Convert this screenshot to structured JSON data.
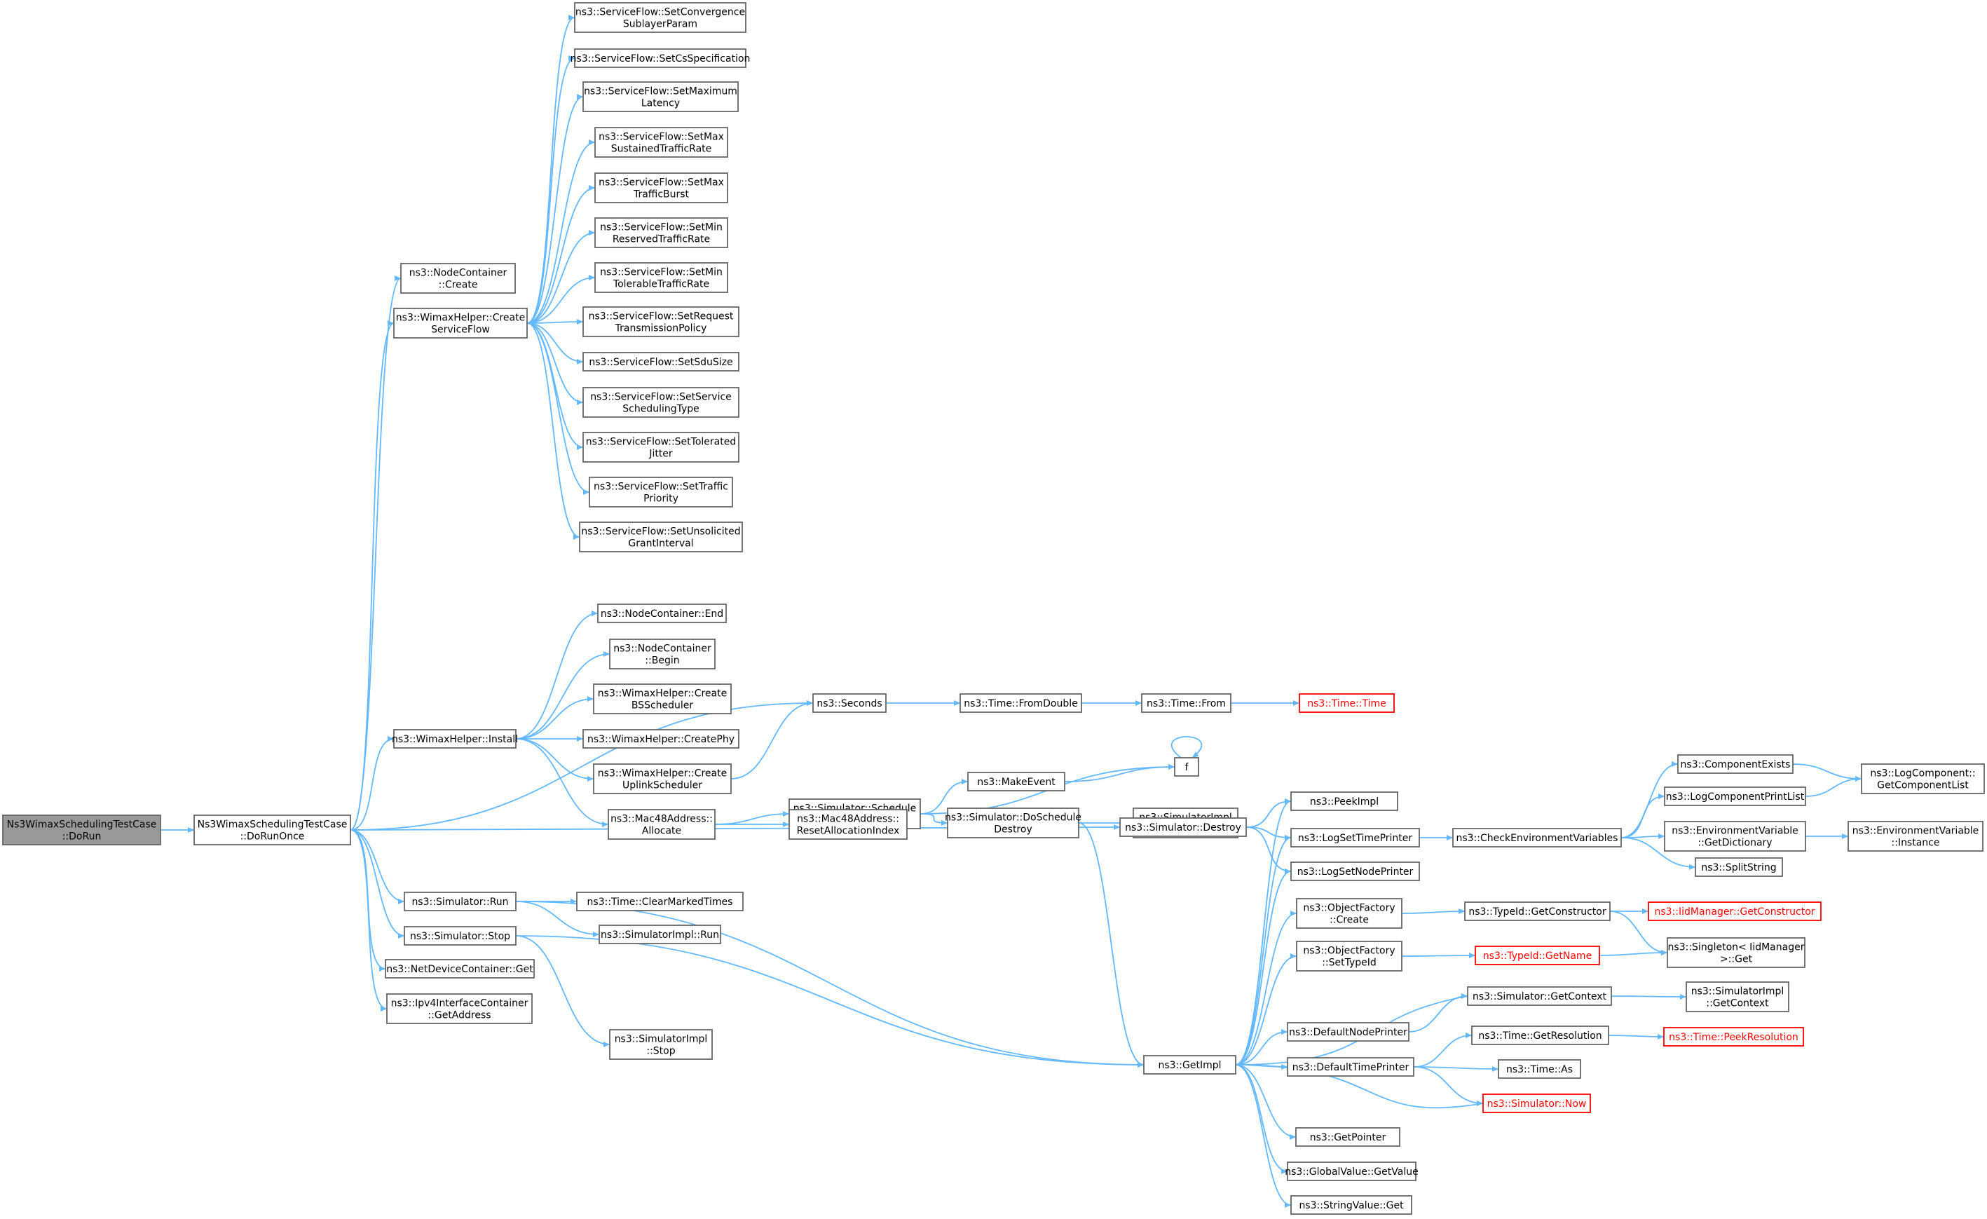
{
  "nodes": [
    {
      "id": "root",
      "lines": [
        "Ns3WimaxSchedulingTestCase",
        "::DoRun"
      ]
    },
    {
      "id": "doRunOnce",
      "lines": [
        "Ns3WimaxSchedulingTestCase",
        "::DoRunOnce"
      ]
    },
    {
      "id": "nodeCreate",
      "lines": [
        "ns3::NodeContainer",
        "::Create"
      ]
    },
    {
      "id": "createSF",
      "lines": [
        "ns3::WimaxHelper::Create",
        "ServiceFlow"
      ]
    },
    {
      "id": "sf1",
      "lines": [
        "ns3::ServiceFlow::SetConvergence",
        "SublayerParam"
      ]
    },
    {
      "id": "sf2",
      "lines": [
        "ns3::ServiceFlow::SetCsSpecification"
      ]
    },
    {
      "id": "sf3",
      "lines": [
        "ns3::ServiceFlow::SetMaximum",
        "Latency"
      ]
    },
    {
      "id": "sf4",
      "lines": [
        "ns3::ServiceFlow::SetMax",
        "SustainedTrafficRate"
      ]
    },
    {
      "id": "sf5",
      "lines": [
        "ns3::ServiceFlow::SetMax",
        "TrafficBurst"
      ]
    },
    {
      "id": "sf6",
      "lines": [
        "ns3::ServiceFlow::SetMin",
        "ReservedTrafficRate"
      ]
    },
    {
      "id": "sf7",
      "lines": [
        "ns3::ServiceFlow::SetMin",
        "TolerableTrafficRate"
      ]
    },
    {
      "id": "sf8",
      "lines": [
        "ns3::ServiceFlow::SetRequest",
        "TransmissionPolicy"
      ]
    },
    {
      "id": "sf9",
      "lines": [
        "ns3::ServiceFlow::SetSduSize"
      ]
    },
    {
      "id": "sf10",
      "lines": [
        "ns3::ServiceFlow::SetService",
        "SchedulingType"
      ]
    },
    {
      "id": "sf11",
      "lines": [
        "ns3::ServiceFlow::SetTolerated",
        "Jitter"
      ]
    },
    {
      "id": "sf12",
      "lines": [
        "ns3::ServiceFlow::SetTraffic",
        "Priority"
      ]
    },
    {
      "id": "sf13",
      "lines": [
        "ns3::ServiceFlow::SetUnsolicited",
        "GrantInterval"
      ]
    },
    {
      "id": "ncEnd",
      "lines": [
        "ns3::NodeContainer::End"
      ]
    },
    {
      "id": "ncBegin",
      "lines": [
        "ns3::NodeContainer",
        "::Begin"
      ]
    },
    {
      "id": "createBS",
      "lines": [
        "ns3::WimaxHelper::Create",
        "BSScheduler"
      ]
    },
    {
      "id": "install",
      "lines": [
        "ns3::WimaxHelper::Install"
      ]
    },
    {
      "id": "createPhy",
      "lines": [
        "ns3::WimaxHelper::CreatePhy"
      ]
    },
    {
      "id": "createUL",
      "lines": [
        "ns3::WimaxHelper::Create",
        "UplinkScheduler"
      ]
    },
    {
      "id": "macAlloc",
      "lines": [
        "ns3::Mac48Address::",
        "Allocate"
      ]
    },
    {
      "id": "seconds",
      "lines": [
        "ns3::Seconds"
      ]
    },
    {
      "id": "fromDouble",
      "lines": [
        "ns3::Time::FromDouble"
      ]
    },
    {
      "id": "timeFrom",
      "lines": [
        "ns3::Time::From"
      ]
    },
    {
      "id": "timeTime",
      "lines": [
        "ns3::Time::Time"
      ],
      "red": true
    },
    {
      "id": "schedDestroy",
      "lines": [
        "ns3::Simulator::Schedule",
        "Destroy"
      ]
    },
    {
      "id": "makeEvent",
      "lines": [
        "ns3::MakeEvent"
      ]
    },
    {
      "id": "f",
      "lines": [
        "f"
      ]
    },
    {
      "id": "resetAlloc",
      "lines": [
        "ns3::Mac48Address::",
        "ResetAllocationIndex"
      ]
    },
    {
      "id": "doSchedDestroy",
      "lines": [
        "ns3::Simulator::DoSchedule",
        "Destroy"
      ]
    },
    {
      "id": "implSchedDestroy",
      "lines": [
        "ns3::SimulatorImpl",
        "::ScheduleDestroy"
      ]
    },
    {
      "id": "simDestroy",
      "lines": [
        "ns3::Simulator::Destroy"
      ]
    },
    {
      "id": "peekImpl",
      "lines": [
        "ns3::PeekImpl"
      ]
    },
    {
      "id": "logSetTime",
      "lines": [
        "ns3::LogSetTimePrinter"
      ]
    },
    {
      "id": "logSetNode",
      "lines": [
        "ns3::LogSetNodePrinter"
      ]
    },
    {
      "id": "checkEnv",
      "lines": [
        "ns3::CheckEnvironmentVariables"
      ]
    },
    {
      "id": "compExists",
      "lines": [
        "ns3::ComponentExists"
      ]
    },
    {
      "id": "logCompPrint",
      "lines": [
        "ns3::LogComponentPrintList"
      ]
    },
    {
      "id": "getCompList",
      "lines": [
        "ns3::LogComponent::",
        "GetComponentList"
      ]
    },
    {
      "id": "envGetDict",
      "lines": [
        "ns3::EnvironmentVariable",
        "::GetDictionary"
      ]
    },
    {
      "id": "envInstance",
      "lines": [
        "ns3::EnvironmentVariable",
        "::Instance"
      ]
    },
    {
      "id": "splitString",
      "lines": [
        "ns3::SplitString"
      ]
    },
    {
      "id": "simRun",
      "lines": [
        "ns3::Simulator::Run"
      ]
    },
    {
      "id": "clearMarked",
      "lines": [
        "ns3::Time::ClearMarkedTimes"
      ]
    },
    {
      "id": "implRun",
      "lines": [
        "ns3::SimulatorImpl::Run"
      ]
    },
    {
      "id": "simStop",
      "lines": [
        "ns3::Simulator::Stop"
      ]
    },
    {
      "id": "ndcGet",
      "lines": [
        "ns3::NetDeviceContainer::Get"
      ]
    },
    {
      "id": "ipv4Get",
      "lines": [
        "ns3::Ipv4InterfaceContainer",
        "::GetAddress"
      ]
    },
    {
      "id": "implStop",
      "lines": [
        "ns3::SimulatorImpl",
        "::Stop"
      ]
    },
    {
      "id": "getImpl",
      "lines": [
        "ns3::GetImpl"
      ]
    },
    {
      "id": "ofCreate",
      "lines": [
        "ns3::ObjectFactory",
        "::Create"
      ]
    },
    {
      "id": "tidGetCtor",
      "lines": [
        "ns3::TypeId::GetConstructor"
      ]
    },
    {
      "id": "iidGetCtor",
      "lines": [
        "ns3::IidManager::GetConstructor"
      ],
      "red": true
    },
    {
      "id": "singletonGet",
      "lines": [
        "ns3::Singleton< IidManager",
        " >::Get"
      ]
    },
    {
      "id": "ofSetTid",
      "lines": [
        "ns3::ObjectFactory",
        "::SetTypeId"
      ]
    },
    {
      "id": "tidGetName",
      "lines": [
        "ns3::TypeId::GetName"
      ],
      "red": true
    },
    {
      "id": "simGetCtx",
      "lines": [
        "ns3::Simulator::GetContext"
      ]
    },
    {
      "id": "implGetCtx",
      "lines": [
        "ns3::SimulatorImpl",
        "::GetContext"
      ]
    },
    {
      "id": "defNodePrinter",
      "lines": [
        "ns3::DefaultNodePrinter"
      ]
    },
    {
      "id": "defTimePrinter",
      "lines": [
        "ns3::DefaultTimePrinter"
      ]
    },
    {
      "id": "timeGetRes",
      "lines": [
        "ns3::Time::GetResolution"
      ]
    },
    {
      "id": "timePeekRes",
      "lines": [
        "ns3::Time::PeekResolution"
      ],
      "red": true
    },
    {
      "id": "timeAs",
      "lines": [
        "ns3::Time::As"
      ]
    },
    {
      "id": "simNow",
      "lines": [
        "ns3::Simulator::Now"
      ],
      "red": true
    },
    {
      "id": "getPointer",
      "lines": [
        "ns3::GetPointer"
      ]
    },
    {
      "id": "gvGetValue",
      "lines": [
        "ns3::GlobalValue::GetValue"
      ]
    },
    {
      "id": "svGet",
      "lines": [
        "ns3::StringValue::Get"
      ]
    }
  ],
  "edges": [
    [
      "root",
      "doRunOnce"
    ],
    [
      "doRunOnce",
      "nodeCreate"
    ],
    [
      "doRunOnce",
      "createSF"
    ],
    [
      "doRunOnce",
      "seconds"
    ],
    [
      "doRunOnce",
      "install"
    ],
    [
      "doRunOnce",
      "simDestroy"
    ],
    [
      "doRunOnce",
      "simRun"
    ],
    [
      "doRunOnce",
      "simStop"
    ],
    [
      "doRunOnce",
      "ndcGet"
    ],
    [
      "doRunOnce",
      "ipv4Get"
    ],
    [
      "createSF",
      "sf1"
    ],
    [
      "createSF",
      "sf2"
    ],
    [
      "createSF",
      "sf3"
    ],
    [
      "createSF",
      "sf4"
    ],
    [
      "createSF",
      "sf5"
    ],
    [
      "createSF",
      "sf6"
    ],
    [
      "createSF",
      "sf7"
    ],
    [
      "createSF",
      "sf8"
    ],
    [
      "createSF",
      "sf9"
    ],
    [
      "createSF",
      "sf10"
    ],
    [
      "createSF",
      "sf11"
    ],
    [
      "createSF",
      "sf12"
    ],
    [
      "createSF",
      "sf13"
    ],
    [
      "install",
      "ncEnd"
    ],
    [
      "install",
      "ncBegin"
    ],
    [
      "install",
      "createBS"
    ],
    [
      "install",
      "createPhy"
    ],
    [
      "install",
      "createUL"
    ],
    [
      "install",
      "macAlloc"
    ],
    [
      "createUL",
      "seconds"
    ],
    [
      "seconds",
      "fromDouble"
    ],
    [
      "fromDouble",
      "timeFrom"
    ],
    [
      "timeFrom",
      "timeTime"
    ],
    [
      "macAlloc",
      "schedDestroy"
    ],
    [
      "macAlloc",
      "resetAlloc"
    ],
    [
      "schedDestroy",
      "makeEvent"
    ],
    [
      "schedDestroy",
      "f"
    ],
    [
      "schedDestroy",
      "doSchedDestroy"
    ],
    [
      "makeEvent",
      "f"
    ],
    [
      "f",
      "f"
    ],
    [
      "doSchedDestroy",
      "implSchedDestroy"
    ],
    [
      "doSchedDestroy",
      "getImpl"
    ],
    [
      "simDestroy",
      "peekImpl"
    ],
    [
      "simDestroy",
      "logSetTime"
    ],
    [
      "simDestroy",
      "logSetNode"
    ],
    [
      "simRun",
      "clearMarked"
    ],
    [
      "simRun",
      "implRun"
    ],
    [
      "simRun",
      "getImpl"
    ],
    [
      "simStop",
      "getImpl"
    ],
    [
      "simStop",
      "implStop"
    ],
    [
      "getImpl",
      "peekImpl"
    ],
    [
      "getImpl",
      "logSetTime"
    ],
    [
      "getImpl",
      "logSetNode"
    ],
    [
      "getImpl",
      "ofCreate"
    ],
    [
      "getImpl",
      "ofSetTid"
    ],
    [
      "getImpl",
      "defNodePrinter"
    ],
    [
      "getImpl",
      "defTimePrinter"
    ],
    [
      "getImpl",
      "getPointer"
    ],
    [
      "getImpl",
      "gvGetValue"
    ],
    [
      "getImpl",
      "svGet"
    ],
    [
      "logSetTime",
      "checkEnv"
    ],
    [
      "checkEnv",
      "compExists"
    ],
    [
      "checkEnv",
      "logCompPrint"
    ],
    [
      "checkEnv",
      "envGetDict"
    ],
    [
      "checkEnv",
      "splitString"
    ],
    [
      "compExists",
      "getCompList"
    ],
    [
      "logCompPrint",
      "getCompList"
    ],
    [
      "envGetDict",
      "envInstance"
    ],
    [
      "ofCreate",
      "tidGetCtor"
    ],
    [
      "tidGetCtor",
      "iidGetCtor"
    ],
    [
      "tidGetCtor",
      "singletonGet"
    ],
    [
      "ofSetTid",
      "tidGetName"
    ],
    [
      "tidGetName",
      "singletonGet"
    ],
    [
      "defNodePrinter",
      "simGetCtx"
    ],
    [
      "simGetCtx",
      "getImpl"
    ],
    [
      "simGetCtx",
      "implGetCtx"
    ],
    [
      "defTimePrinter",
      "timeGetRes"
    ],
    [
      "defTimePrinter",
      "timeAs"
    ],
    [
      "defTimePrinter",
      "simNow"
    ],
    [
      "timeGetRes",
      "timePeekRes"
    ],
    [
      "simNow",
      "getImpl"
    ]
  ]
}
